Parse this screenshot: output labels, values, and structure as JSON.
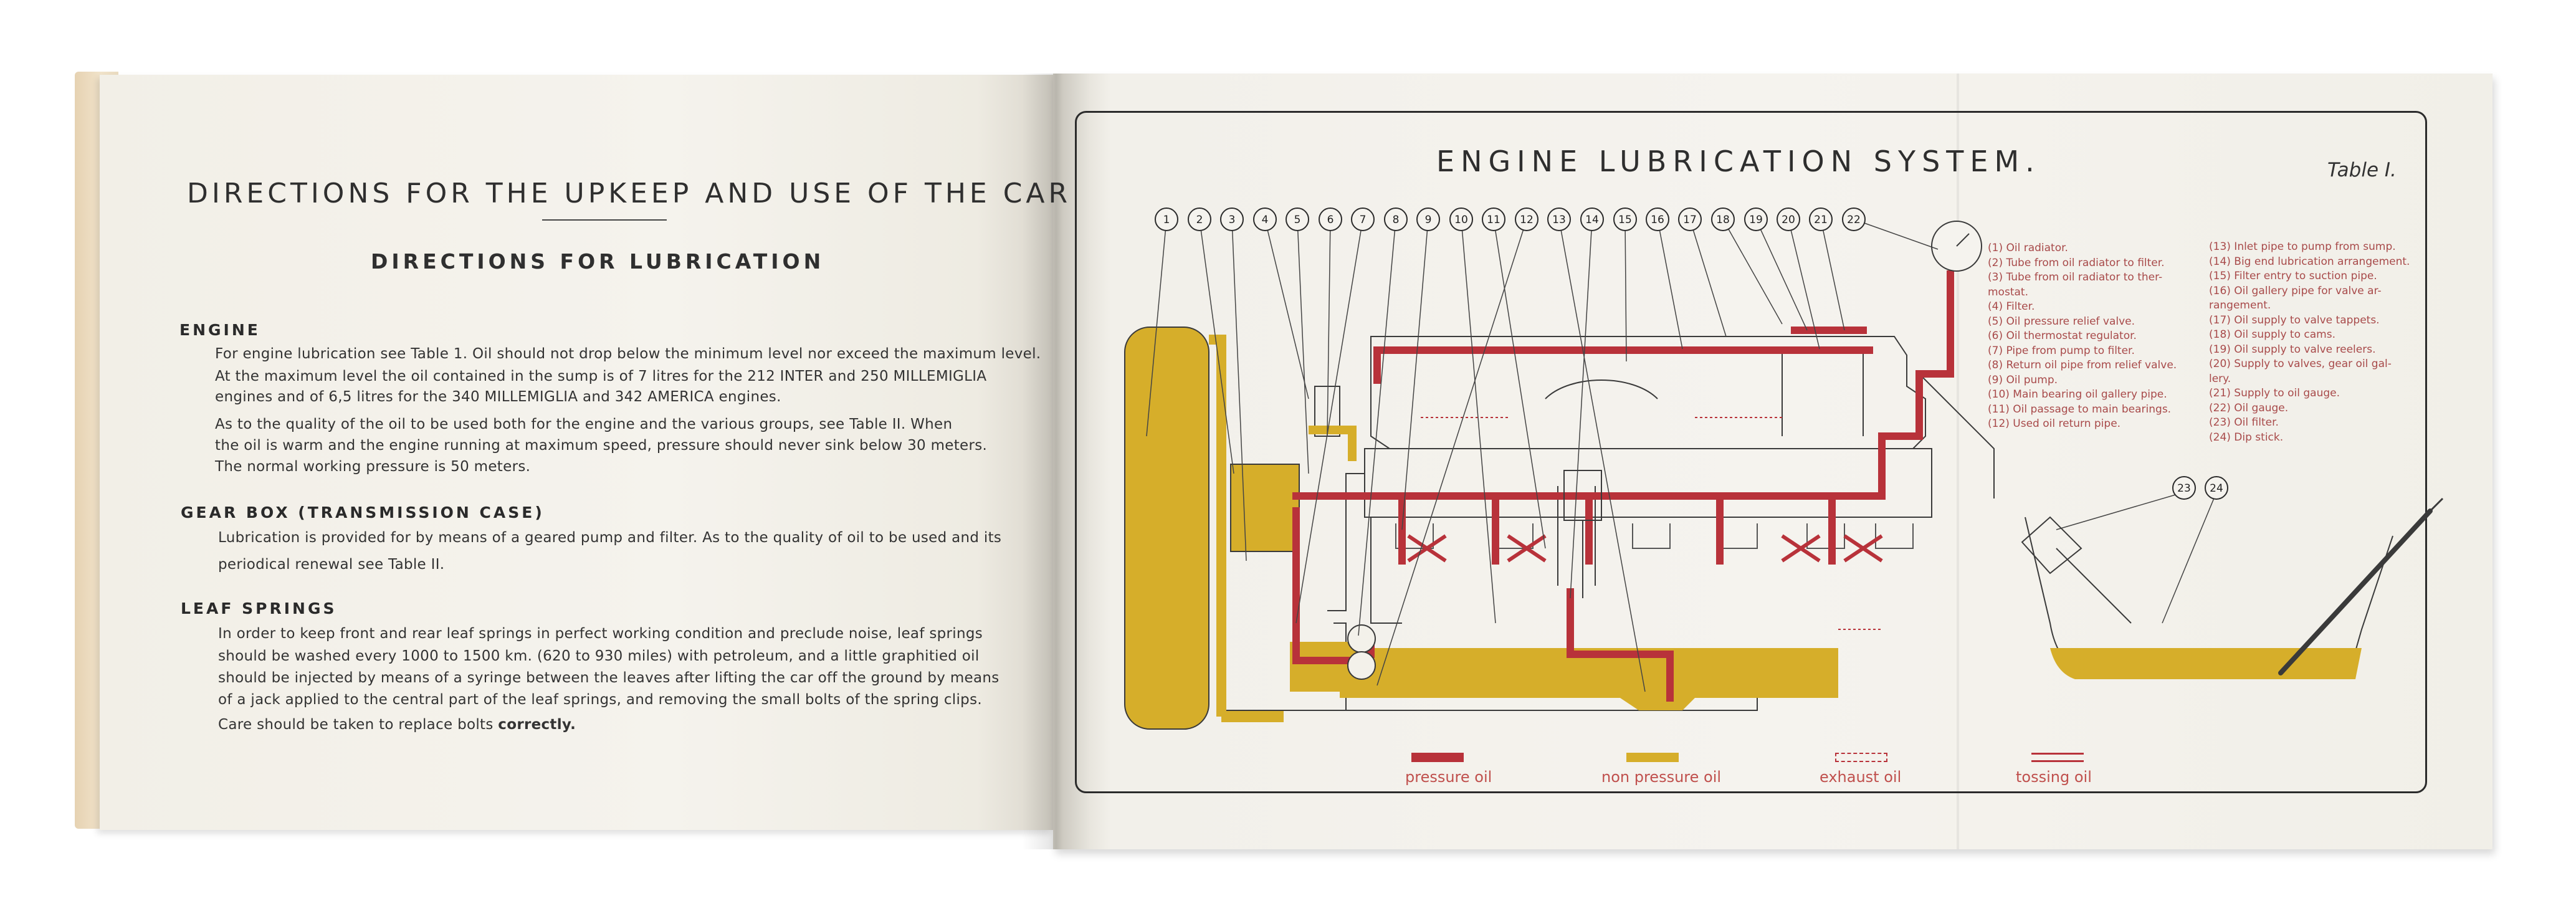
{
  "left_page": {
    "title": "DIRECTIONS FOR THE UPKEEP AND USE OF THE CAR",
    "subtitle": "DIRECTIONS FOR LUBRICATION",
    "sections": {
      "engine": {
        "heading": "ENGINE",
        "lines": [
          "For engine lubrication see Table 1. Oil should not drop  below the minimum level nor exceed the maximum level.",
          "At the maximum level the oil contained in the sump is of 7 litres for the 212 INTER and 250 MILLEMIGLIA",
          "engines and of 6,5 litres for the 340 MILLEMIGLIA and 342 AMERICA engines.",
          "As to the quality of the oil to be used both for the engine and the various groups, see Table II. When",
          "the oil is warm and the engine running at maximum speed, pressure should never sink below 30 meters.",
          "The normal working pressure is 50 meters."
        ]
      },
      "gearbox": {
        "heading": "GEAR BOX (TRANSMISSION CASE)",
        "lines": [
          "Lubrication is provided for by means of a geared pump and filter. As to the quality of oil to be used and its",
          "periodical renewal see Table II."
        ]
      },
      "springs": {
        "heading": "LEAF SPRINGS",
        "lines": [
          "In order to keep front and rear leaf springs in perfect working condition and preclude noise, leaf springs",
          "should be washed every 1000 to 1500 km. (620 to 930 miles) with petroleum, and a little graphitied oil",
          "should be injected by means of a syringe between the leaves after lifting the car off the ground by means",
          "of a jack applied to the central part of the leaf springs, and removing the small bolts of the spring clips.",
          "Care should be taken to replace bolts"
        ],
        "emphasis": "correctly."
      }
    }
  },
  "right_page": {
    "title": "ENGINE LUBRICATION SYSTEM.",
    "table_label": "Table I.",
    "callout_numbers": [
      "1",
      "2",
      "3",
      "4",
      "5",
      "6",
      "7",
      "8",
      "9",
      "10",
      "11",
      "12",
      "13",
      "14",
      "15",
      "16",
      "17",
      "18",
      "19",
      "20",
      "21",
      "22"
    ],
    "side_callouts": [
      "23",
      "24"
    ],
    "legend_left": [
      "(1)  Oil radiator.",
      "(2)  Tube from oil radiator to filter.",
      "(3)  Tube from oil radiator to ther-",
      "       mostat.",
      "(4)  Filter.",
      "(5)  Oil pressure relief valve.",
      "(6)  Oil thermostat regulator.",
      "(7)  Pipe from pump to filter.",
      "(8)  Return oil pipe from relief valve.",
      "(9)  Oil pump.",
      "(10)  Main bearing oil gallery pipe.",
      "(11)  Oil passage to main bearings.",
      "(12)  Used oil return pipe."
    ],
    "legend_right": [
      "(13)  Inlet pipe to pump from sump.",
      "(14)  Big end lubrication arrangement.",
      "(15)  Filter entry to suction pipe.",
      "(16)  Oil gallery pipe for valve ar-",
      "         rangement.",
      "(17)  Oil supply to valve tappets.",
      "(18)  Oil supply to cams.",
      "(19)  Oil supply to valve reelers.",
      "(20)  Supply to valves, gear oil gal-",
      "         lery.",
      "(21)  Supply to oil gauge.",
      "(22)  Oil gauge.",
      "(23)  Oil filter.",
      "(24)  Dip stick."
    ],
    "key": [
      {
        "label": "pressure oil",
        "color": "#b8323a"
      },
      {
        "label": "non pressure oil",
        "color": "#d8b12e"
      },
      {
        "label": "exhaust oil",
        "color": "#b8323a"
      },
      {
        "label": "tossing oil",
        "color": "#b8323a"
      }
    ]
  },
  "colors": {
    "pressure_oil": "#b8323a",
    "non_pressure_oil": "#d6ae2a",
    "ink": "#2b2b2b",
    "legend_text": "#a84a4a"
  }
}
